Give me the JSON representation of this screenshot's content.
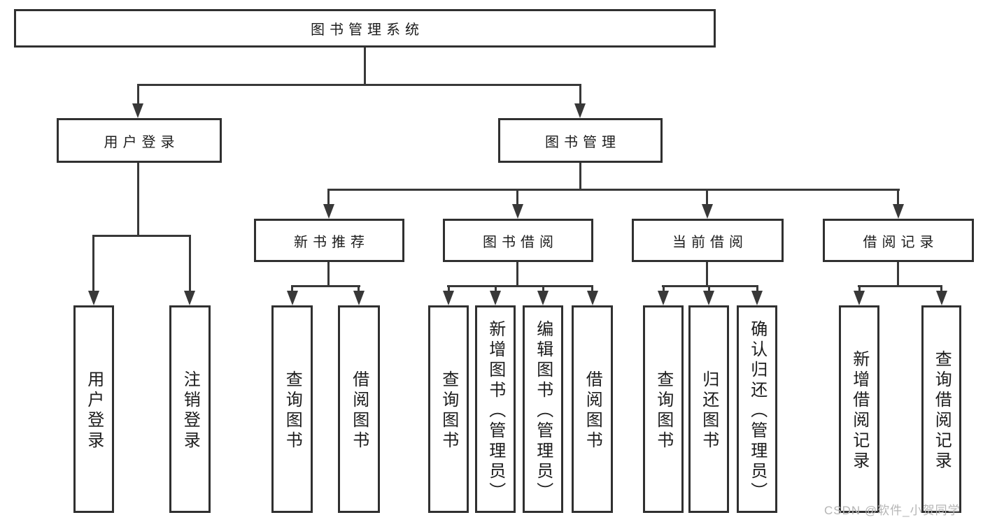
{
  "diagram": {
    "title": "图书管理系统",
    "nodes": {
      "root": "图书管理系统",
      "user_login": "用户登录",
      "book_mgmt": "图书管理",
      "leaf_user_login": "用户登录",
      "leaf_logout": "注销登录",
      "new_book_rec": "新书推荐",
      "book_borrow": "图书借阅",
      "current_borrow": "当前借阅",
      "borrow_record": "借阅记录",
      "nbr_query_book": "查询图书",
      "nbr_borrow_book": "借阅图书",
      "bb_query_book": "查询图书",
      "bb_add_book": "新增图书（管理员）",
      "bb_edit_book": "编辑图书（管理员）",
      "bb_borrow_book": "借阅图书",
      "cb_query_book": "查询图书",
      "cb_return_book": "归还图书",
      "cb_confirm_return": "确认归还（管理员）",
      "br_add_record": "新增借阅记录",
      "br_query_record": "查询借阅记录"
    },
    "colors": {
      "line": "#383838",
      "box_border": "#303030",
      "box_fill": "#ffffff",
      "text": "#1c1c1c",
      "watermark": "#b5b5b5"
    }
  },
  "watermark": {
    "text": "CSDN @软件_小贺同学"
  }
}
